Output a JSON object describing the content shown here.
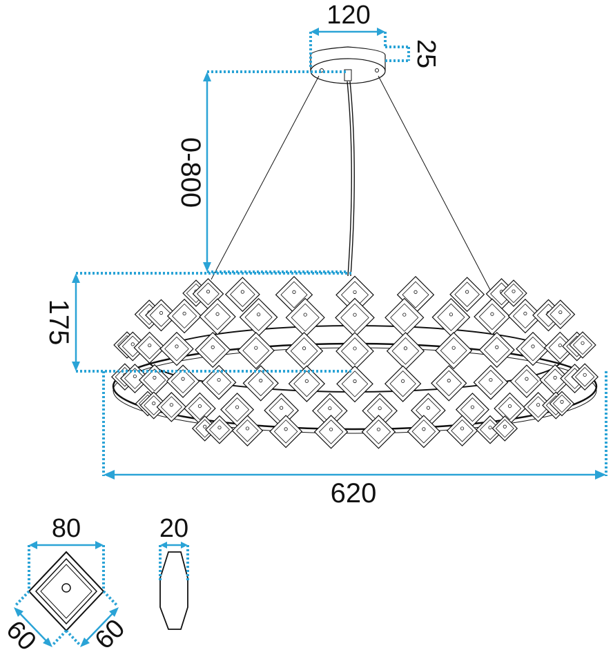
{
  "dimensions": {
    "canopy_width": "120",
    "canopy_height": "25",
    "suspension": "0-800",
    "body_height": "175",
    "diameter": "620",
    "crystal_width": "80",
    "crystal_side_a": "60",
    "crystal_side_b": "60",
    "crystal_thickness": "20"
  },
  "colors": {
    "dimension_lines": "#2aa3d6",
    "drawing": "#111111",
    "background": "#ffffff"
  }
}
